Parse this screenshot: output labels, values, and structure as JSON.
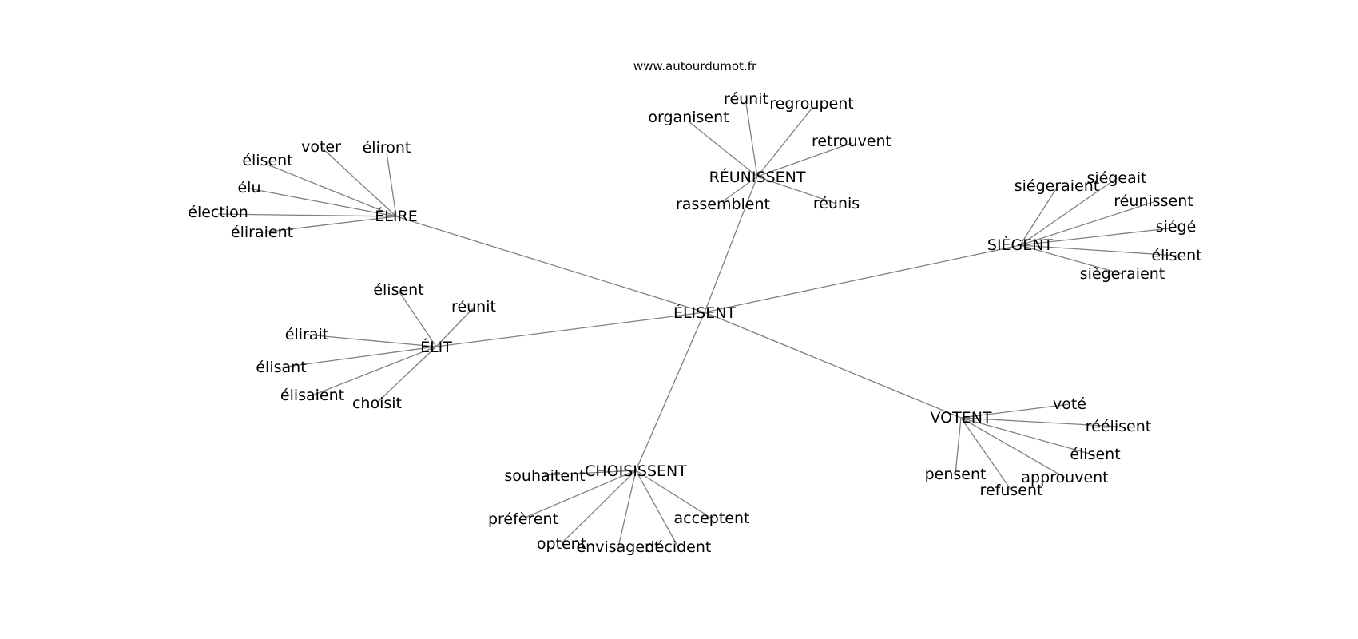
{
  "source": "www.autourdumot.fr",
  "center": "ÉLISENT",
  "clusters": [
    {
      "hub": "ÉLIRE",
      "leaves": [
        "voter",
        "éliront",
        "élisent",
        "élu",
        "élection",
        "éliraient"
      ]
    },
    {
      "hub": "RÉUNISSENT",
      "leaves": [
        "réunit",
        "regroupent",
        "organisent",
        "retrouvent",
        "rassemblent",
        "réunis"
      ]
    },
    {
      "hub": "SIÈGENT",
      "leaves": [
        "siégeraient",
        "siégeait",
        "réunissent",
        "siégé",
        "élisent",
        "siègeraient"
      ]
    },
    {
      "hub": "ÉLIT",
      "leaves": [
        "élisent",
        "réunit",
        "élirait",
        "élisant",
        "élisaient",
        "choisit"
      ]
    },
    {
      "hub": "VOTENT",
      "leaves": [
        "voté",
        "réélisent",
        "élisent",
        "pensent",
        "approuvent",
        "refusent"
      ]
    },
    {
      "hub": "CHOISISSENT",
      "leaves": [
        "souhaitent",
        "préfèrent",
        "acceptent",
        "optent",
        "envisagent",
        "décident"
      ]
    }
  ]
}
